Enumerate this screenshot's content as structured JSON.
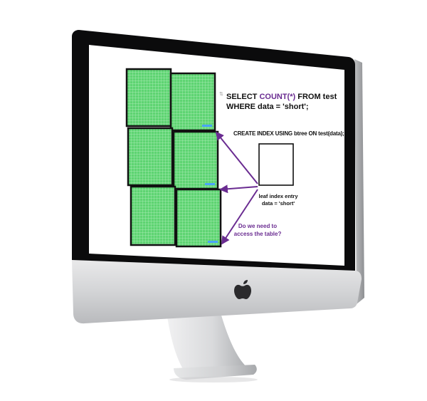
{
  "colors": {
    "page_green": "#5ed472",
    "page_border": "#111111",
    "accent_purple": "#6a2c91",
    "progress_blue": "#4aa3ff"
  },
  "slide": {
    "icon": "sort-icon",
    "query_line1_prefix": "SELECT ",
    "query_line1_func": "COUNT(*)",
    "query_line1_rest": " FROM test",
    "query_line2": "WHERE data = 'short';",
    "index_statement": "CREATE INDEX USING btree ON test(data);",
    "leaf_line1": "leaf index entry",
    "leaf_line2": "data = 'short'",
    "question_line1": "Do we need to",
    "question_line2": "access the table?"
  },
  "device": {
    "logo": "apple-logo"
  }
}
